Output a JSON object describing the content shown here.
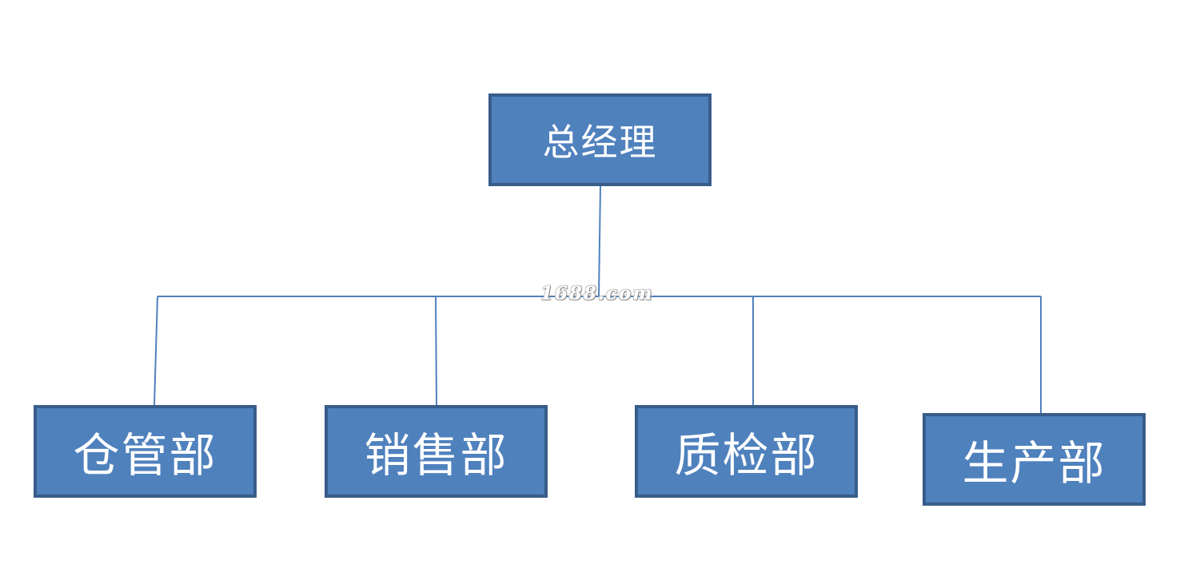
{
  "diagram": {
    "type": "org-chart",
    "root": {
      "label": "总经理"
    },
    "children": [
      {
        "label": "仓管部"
      },
      {
        "label": "销售部"
      },
      {
        "label": "质检部"
      },
      {
        "label": "生产部"
      }
    ]
  },
  "colors": {
    "node_fill": "#4f81bd",
    "node_border": "#385d8a",
    "node_text": "#ffffff",
    "connector": "#4f81bd"
  },
  "watermark": {
    "text": "1688.com"
  }
}
